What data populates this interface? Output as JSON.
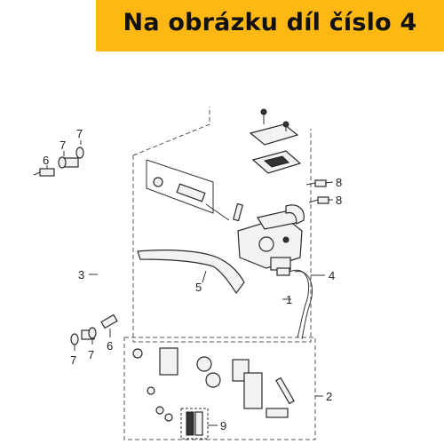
{
  "banner": {
    "title": "Na obrázku díl číslo 4",
    "color": "#fdb813"
  },
  "callouts": {
    "c1": "1",
    "c2": "2",
    "c3": "3",
    "c4": "4",
    "c5": "5",
    "c6a": "6",
    "c6b": "6",
    "c7a": "7",
    "c7b": "7",
    "c7c": "7",
    "c7d": "7",
    "c8a": "8",
    "c8b": "8",
    "c9": "9"
  }
}
